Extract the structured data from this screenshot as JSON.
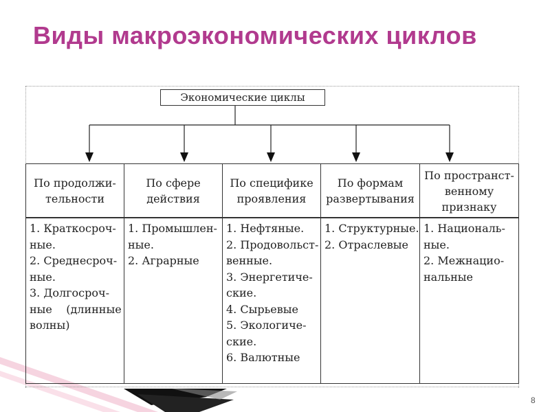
{
  "slide": {
    "title": "Виды  макроэкономических циклов",
    "page_number": "8"
  },
  "diagram": {
    "root": "Экономические циклы",
    "categories": [
      {
        "header": [
          "По продолжи-",
          "тельности"
        ],
        "items": [
          "1. Краткосроч-",
          "ные.",
          "2. Среднесроч-",
          "ные.",
          "3. Долгосроч-",
          "ные    (длинные",
          "волны)"
        ]
      },
      {
        "header": [
          "По сфере",
          "действия"
        ],
        "items": [
          "1. Промышлен-",
          "ные.",
          "2. Аграрные"
        ]
      },
      {
        "header": [
          "По специфике",
          "проявления"
        ],
        "items": [
          "1. Нефтяные.",
          "2. Продовольст-",
          "венные.",
          "3. Энергетиче-",
          "ские.",
          "4. Сырьевые",
          "5. Экологиче-",
          "ские.",
          "6. Валютные"
        ]
      },
      {
        "header": [
          "По формам",
          "развертывания"
        ],
        "items": [
          "1. Структурные.",
          "2. Отраслевые"
        ]
      },
      {
        "header": [
          "По пространст-",
          "венному",
          "признаку"
        ],
        "items": [
          "1. Националь-",
          "ные.",
          "2. Межнацио-",
          "нальные"
        ]
      }
    ]
  },
  "colors": {
    "title": "#b13a8e",
    "deco_pink": "#f4c9d8",
    "deco_dark": "#111111"
  }
}
